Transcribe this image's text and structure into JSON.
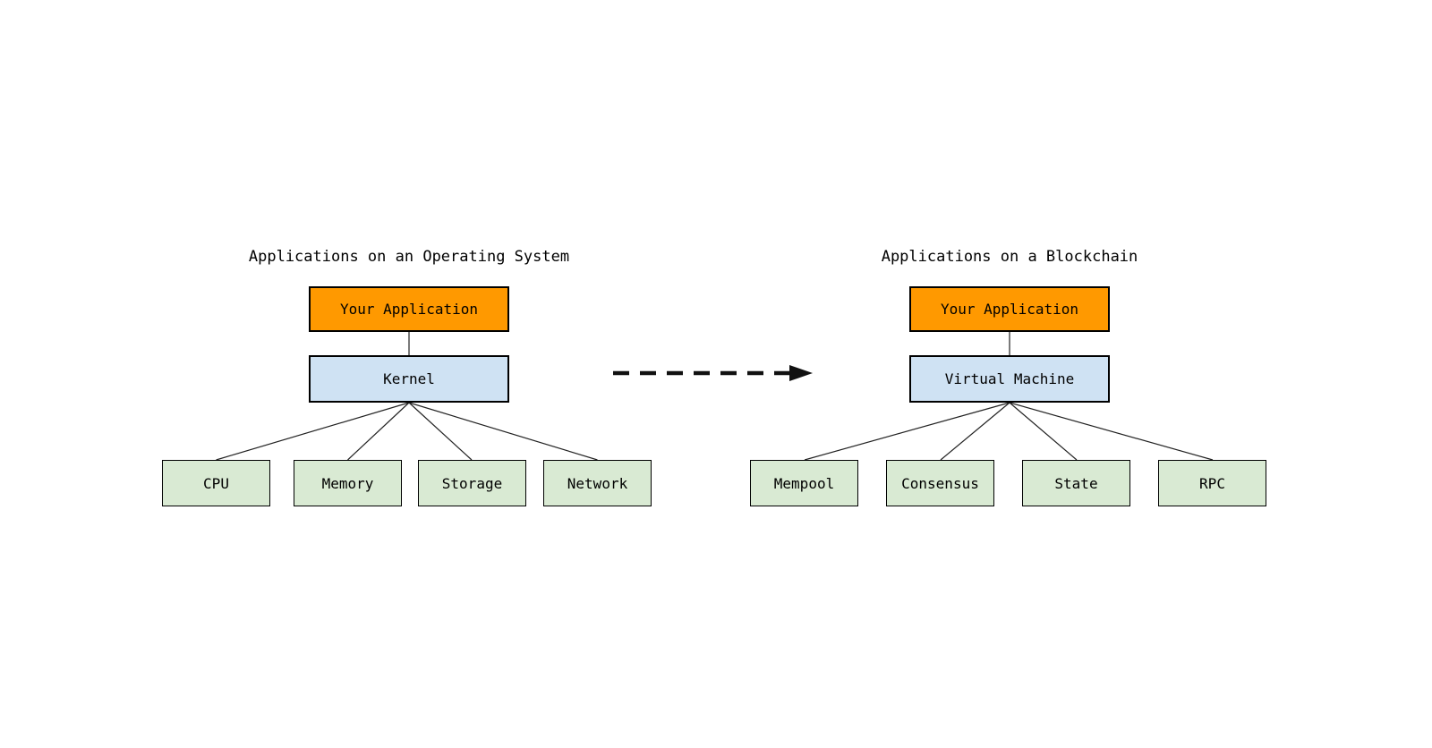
{
  "diagram": {
    "left": {
      "title": "Applications on an Operating System",
      "app_label": "Your Application",
      "platform_label": "Kernel",
      "components": [
        "CPU",
        "Memory",
        "Storage",
        "Network"
      ]
    },
    "right": {
      "title": "Applications on a Blockchain",
      "app_label": "Your Application",
      "platform_label": "Virtual Machine",
      "components": [
        "Mempool",
        "Consensus",
        "State",
        "RPC"
      ]
    },
    "arrow": {
      "direction": "left-to-right",
      "style": "dashed"
    },
    "colors": {
      "app_fill": "#ff9900",
      "platform_fill": "#cfe2f3",
      "component_fill": "#d9ead3",
      "box_border": "#000000",
      "line": "#222222",
      "arrow": "#111111",
      "text": "#000000",
      "page_bg": "#ffffff"
    }
  }
}
